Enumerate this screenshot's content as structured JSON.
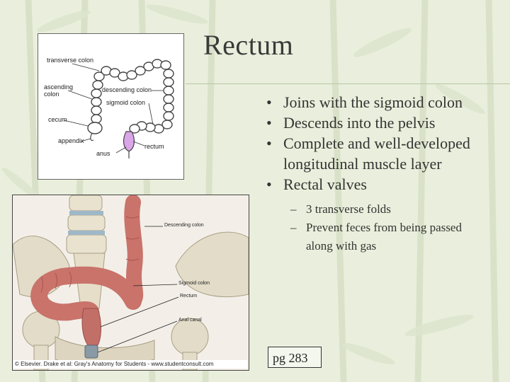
{
  "slide": {
    "title": "Rectum",
    "bullets": [
      "Joins with the sigmoid colon",
      "Descends into the pelvis",
      "Complete and well-developed longitudinal muscle layer",
      "Rectal valves"
    ],
    "sub_bullets": [
      "3 transverse folds",
      "Prevent feces from being passed along with gas"
    ],
    "page_ref": "pg 283"
  },
  "diagram_top": {
    "labels": {
      "transverse": "transverse colon",
      "ascending": "ascending colon",
      "descending": "descending colon",
      "sigmoid": "sigmoid colon",
      "cecum": "cecum",
      "appendix": "appendix",
      "anus": "anus",
      "rectum": "rectum"
    }
  },
  "diagram_bottom": {
    "labels": {
      "descending": "Descending colon",
      "sigmoid": "Sigmoid colon",
      "rectum": "Rectum",
      "anal": "Anal canal"
    },
    "credit": "© Elsevier. Drake et al: Gray's Anatomy for Students - www.studentconsult.com"
  },
  "colors": {
    "background": "#e9efdc",
    "rule": "#b9c5a6",
    "colon": "#c9736b"
  }
}
